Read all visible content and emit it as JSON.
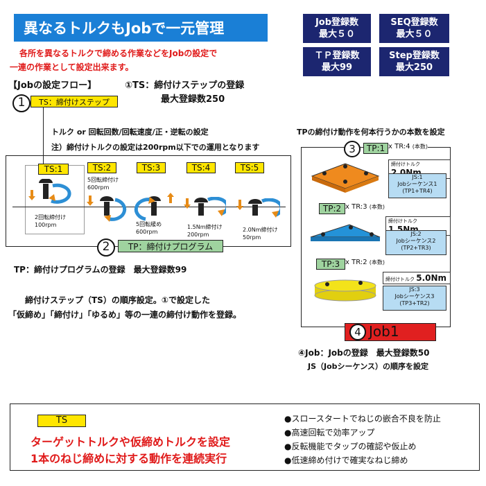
{
  "header": {
    "title": "異なるトルクもJobで一元管理",
    "sub1": "各所を異なるトルクで締める作業などをJobの設定で",
    "sub2": "一連の作業として設定出来ます。"
  },
  "stats": [
    {
      "l1": "Job登録数",
      "l2": "最大５０"
    },
    {
      "l1": "SEQ登録数",
      "l2": "最大５０"
    },
    {
      "l1": "ＴＰ登録数",
      "l2": "最大99"
    },
    {
      "l1": "Step登録数",
      "l2": "最大250"
    }
  ],
  "flow": {
    "heading": "【Jobの設定フロー】",
    "ts_head1": "①TS：締付けステップの登録",
    "ts_head2": "最大登録数250",
    "circle1": "1",
    "ts_label": "TS：締付けステップ",
    "torque_set": "トルク or 回転回数/回転速度/正・逆転の設定",
    "note": "注）締付けトルクの設定は200rpm以下での運用となります"
  },
  "steps": [
    {
      "tag": "TS:1",
      "d1": "2回転締付け",
      "d2": "100rpm"
    },
    {
      "tag": "TS:2",
      "d1": "5回転締付け",
      "d2": "600rpm"
    },
    {
      "tag": "TS:3",
      "d1": "5回転緩め",
      "d2": "600rpm"
    },
    {
      "tag": "TS:4",
      "d1": "1.5Nm締付け",
      "d2": "200rpm"
    },
    {
      "tag": "TS:5",
      "d1": "2.0Nm締付け",
      "d2": "50rpm"
    }
  ],
  "tp": {
    "circle": "2",
    "label": "TP：締付けプログラム",
    "desc": "TP：締付けプログラムの登録　最大登録数99",
    "seq1": "締付けステップ（TS）の順序設定。①で設定した",
    "seq2": "「仮締め」「締付け」「ゆるめ」等の一連の締付け動作を登録。"
  },
  "right": {
    "heading": "TPの締付け動作を何本行うかの本数を設定",
    "circle3": "3",
    "groups": [
      {
        "tp": "TP:1",
        "tr": "TR:4",
        "unit": "(本数)",
        "tq_label": "締付けトルク",
        "tq": "2.0Nm",
        "js1": "JS:1",
        "js2": "Jobシーケンス1",
        "js3": "(TP1+TR4)",
        "color": "#ef8a1e"
      },
      {
        "tp": "TP:2",
        "tr": "TR:3",
        "unit": "(本数)",
        "tq_label": "締付けトルク",
        "tq": "1.5Nm",
        "js1": "JS:2",
        "js2": "Jobシーケンス2",
        "js3": "(TP2+TR3)",
        "color": "#2492d8"
      },
      {
        "tp": "TP:3",
        "tr": "TR:2",
        "unit": "(本数)",
        "tq_label": "締付けトルク",
        "tq": "5.0Nm",
        "js1": "JS:3",
        "js2": "Jobシーケンス3",
        "js3": "(TP3+TR2)",
        "color": "#f3e31a"
      }
    ],
    "circle4": "4",
    "job": "Job1",
    "job_desc1": "④Job：Jobの登録　最大登録数50",
    "job_desc2": "JS（Jobシーケンス）の順序を設定"
  },
  "bottom": {
    "tag": "TS",
    "red1": "ターゲットトルクや仮締めトルクを設定",
    "red2": "1本のねじ締めに対する動作を連続実行",
    "bullets": [
      "●スロースタートでねじの嵌合不良を防止",
      "●高速回転で効率アップ",
      "●反転機能でタップの確認や仮止め",
      "●低速締め付けで確実なねじ締め"
    ]
  },
  "colors": {
    "accent_blue": "#1a7fd6",
    "navy": "#1c2670",
    "red": "#e01a1a",
    "yellow": "#ffe600",
    "green": "#9fd39f",
    "job_red": "#e02020"
  }
}
